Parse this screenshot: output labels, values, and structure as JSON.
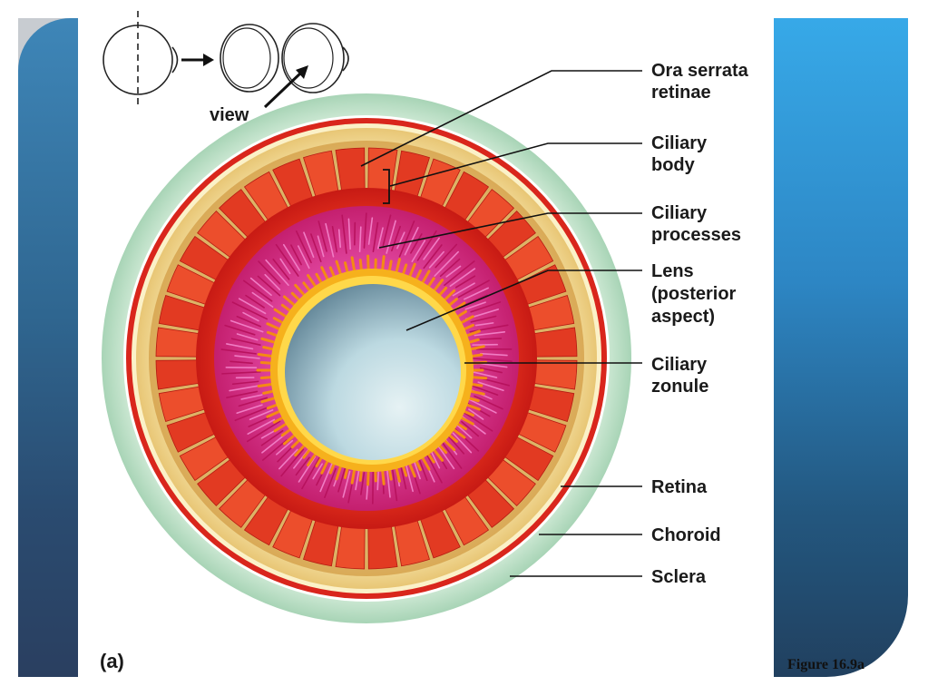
{
  "figure_caption": "Figure 16.9a",
  "panel_label": "(a)",
  "inset": {
    "view_label": "view"
  },
  "labels": [
    {
      "id": "ora-serrata",
      "lines": [
        "Ora serrata",
        "retinae"
      ]
    },
    {
      "id": "ciliary-body",
      "lines": [
        "Ciliary",
        "body"
      ]
    },
    {
      "id": "ciliary-processes",
      "lines": [
        "Ciliary",
        "processes"
      ]
    },
    {
      "id": "lens",
      "lines": [
        "Lens",
        "(posterior",
        "aspect)"
      ]
    },
    {
      "id": "ciliary-zonule",
      "lines": [
        "Ciliary",
        "zonule"
      ]
    },
    {
      "id": "retina",
      "lines": [
        "Retina"
      ]
    },
    {
      "id": "choroid",
      "lines": [
        "Choroid"
      ]
    },
    {
      "id": "sclera",
      "lines": [
        "Sclera"
      ]
    }
  ],
  "colors": {
    "sclera": "#b9ddc4",
    "choroid": "#d9261c",
    "retina": "#f2dd99",
    "ciliary_body": "#e8472f",
    "ciliary_processes": "#d62f8a",
    "zonule": "#f29a1e",
    "lens": "#a9cbd6",
    "band_left": "#2f6690",
    "band_right": "#2d86c4"
  }
}
